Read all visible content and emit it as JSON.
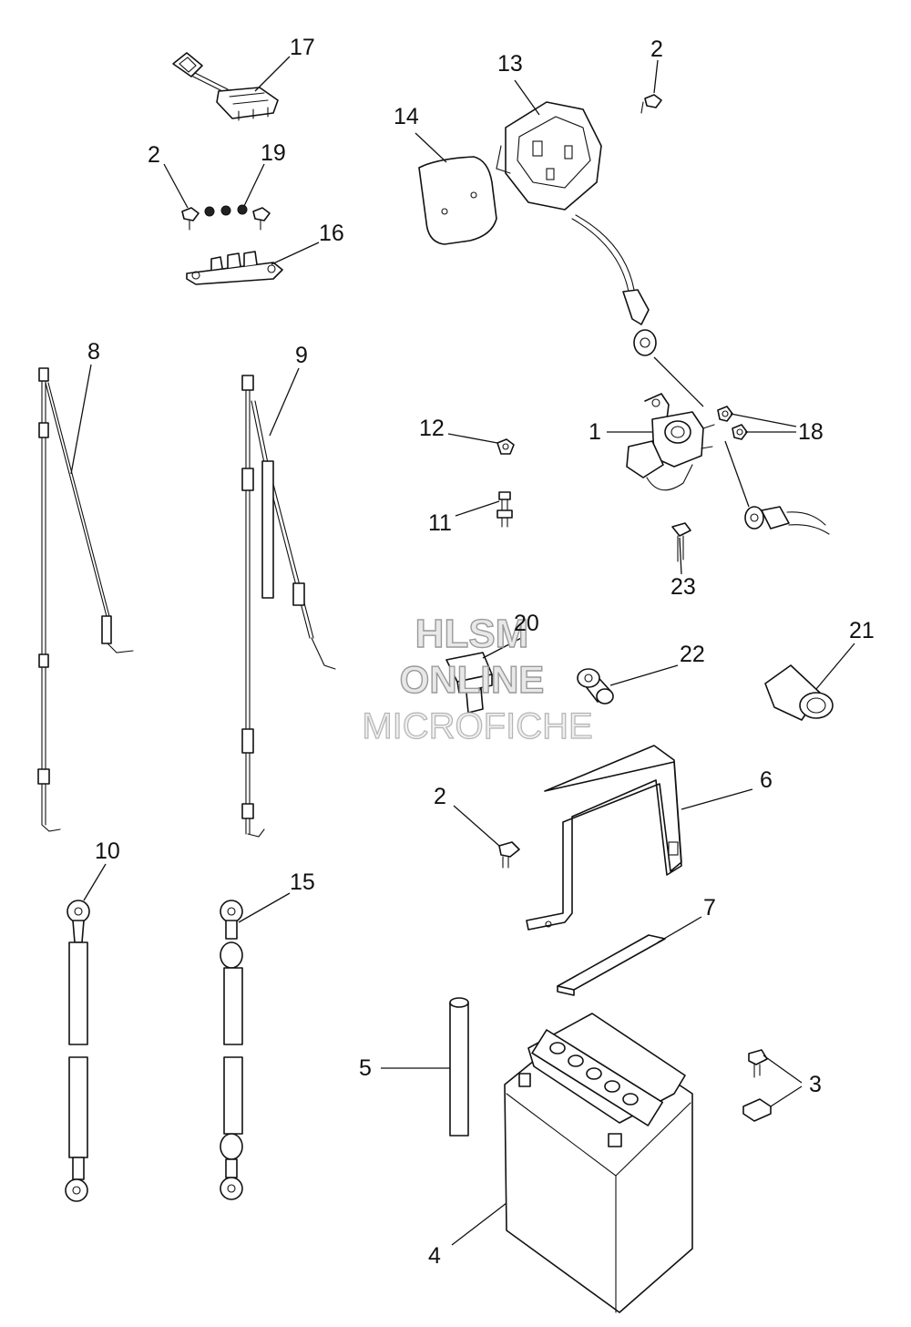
{
  "callouts": [
    "17",
    "2",
    "19",
    "16",
    "14",
    "13",
    "2",
    "8",
    "9",
    "12",
    "1",
    "18",
    "11",
    "23",
    "20",
    "22",
    "21",
    "2",
    "6",
    "10",
    "15",
    "7",
    "5",
    "3",
    "4"
  ],
  "watermark": {
    "line1": "HLSM",
    "line2": "ONLINE",
    "line3": "MICROFICHE"
  }
}
